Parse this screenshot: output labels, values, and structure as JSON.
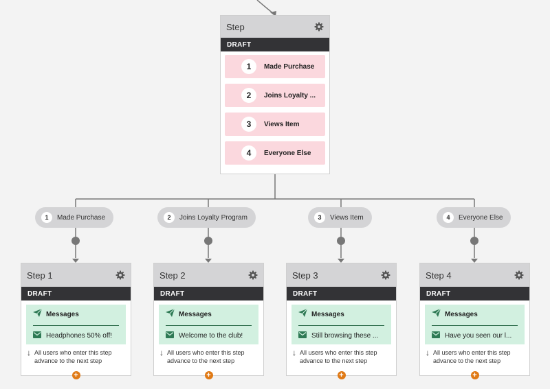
{
  "split_step": {
    "title": "Step",
    "status": "DRAFT",
    "branches": [
      {
        "num": "1",
        "label": "Made Purchase"
      },
      {
        "num": "2",
        "label": "Joins Loyalty ..."
      },
      {
        "num": "3",
        "label": "Views Item"
      },
      {
        "num": "4",
        "label": "Everyone Else"
      }
    ]
  },
  "pills": [
    {
      "num": "1",
      "label": "Made Purchase"
    },
    {
      "num": "2",
      "label": "Joins Loyalty Program"
    },
    {
      "num": "3",
      "label": "Views Item"
    },
    {
      "num": "4",
      "label": "Everyone Else"
    }
  ],
  "steps": [
    {
      "title": "Step 1",
      "status": "DRAFT",
      "messages_label": "Messages",
      "message": "Headphones 50% off!",
      "advance_line1": "All users who enter this step",
      "advance_line2": "advance to the next step"
    },
    {
      "title": "Step 2",
      "status": "DRAFT",
      "messages_label": "Messages",
      "message": "Welcome to the club!",
      "advance_line1": "All users who enter this step",
      "advance_line2": "advance to the next step"
    },
    {
      "title": "Step 3",
      "status": "DRAFT",
      "messages_label": "Messages",
      "message": "Still browsing these ...",
      "advance_line1": "All users who enter this step",
      "advance_line2": "advance to the next step"
    },
    {
      "title": "Step 4",
      "status": "DRAFT",
      "messages_label": "Messages",
      "message": "Have you seen our l...",
      "advance_line1": "All users who enter this step",
      "advance_line2": "advance to the next step"
    }
  ],
  "colors": {
    "branch_bg": "#fbd8de",
    "message_bg": "#d2f0e0",
    "message_accent": "#2f7a55",
    "draft_bar": "#333336",
    "add_button": "#e07a16",
    "connector": "#777777"
  },
  "icons": {
    "settings": "gear-icon",
    "messages": "paper-plane-icon",
    "message_item": "envelope-icon",
    "advance": "arrow-down-icon",
    "add": "plus-icon"
  }
}
